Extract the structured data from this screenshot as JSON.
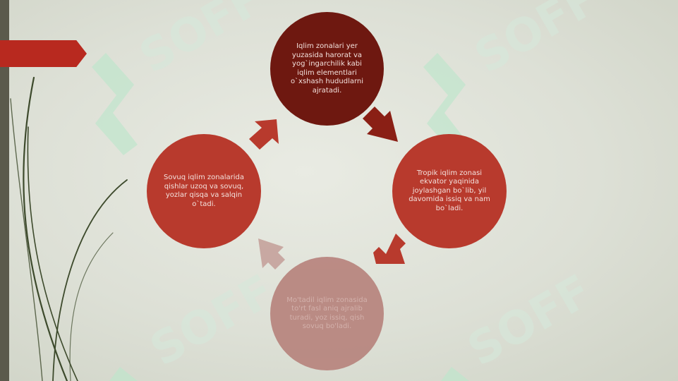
{
  "slide": {
    "colors": {
      "background": "#e4e6de",
      "accent": "#b8291f",
      "dark_red": "#6e1810",
      "red": "#b83a2d",
      "faded_red": "#b88680",
      "watermark": "#bfe6cc"
    },
    "watermark_text": "SOFF",
    "cycle": [
      {
        "position": "top",
        "text": "Iqlim zonalari yer yuzasida harorat va yog`ingarchilik kabi iqlim elementlari o`xshash hududlarni ajratadi."
      },
      {
        "position": "right",
        "text": "Tropik iqlim zonasi ekvator yaqinida joylashgan bo`lib, yil davomida issiq va nam bo`ladi."
      },
      {
        "position": "bottom",
        "text": "Mo'tadil iqlim zonasida to'rt fasl aniq ajralib turadi, yoz issiq, qish sovuq bo'ladi."
      },
      {
        "position": "left",
        "text": "Sovuq iqlim zonalarida qishlar uzoq va sovuq, yozlar qisqa va salqin o`tadi."
      }
    ]
  }
}
